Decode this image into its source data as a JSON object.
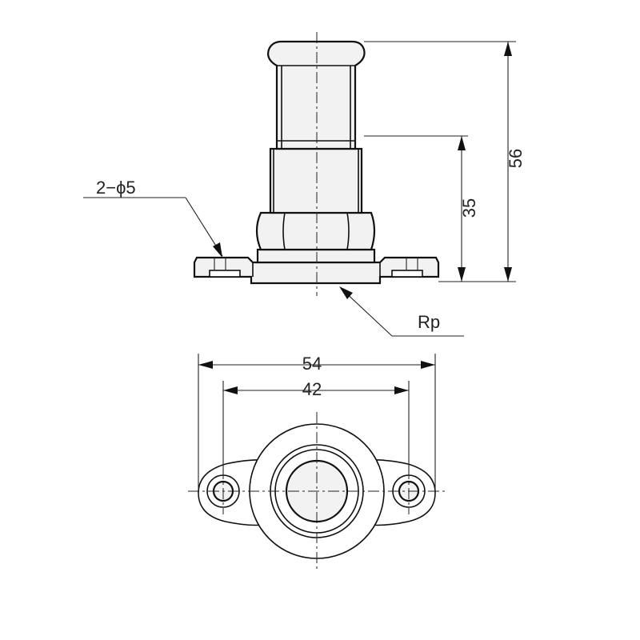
{
  "dimensions": {
    "total_height": "56",
    "height_to_nut": "35",
    "flange_width": "54",
    "hole_pitch": "42"
  },
  "labels": {
    "holes": "2−ϕ5",
    "thread": "Rp"
  }
}
